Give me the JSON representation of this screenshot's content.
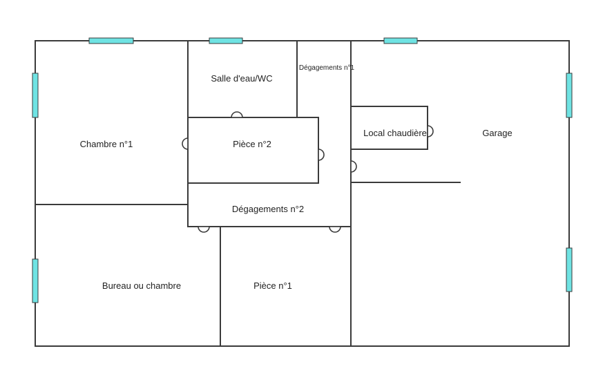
{
  "colors": {
    "wall": "#3a3a3a",
    "window": "#6fe3e3",
    "background": "#ffffff"
  },
  "rooms": {
    "chambre_1": "Chambre n°1",
    "salle_eau": "Salle d'eau/WC",
    "degagements_1": "Dégagements n°1",
    "piece_2": "Pièce n°2",
    "local_chaudiere": "Local chaudière",
    "garage": "Garage",
    "degagements_2": "Dégagements n°2",
    "bureau": "Bureau ou chambre",
    "piece_1": "Pièce n°1"
  }
}
